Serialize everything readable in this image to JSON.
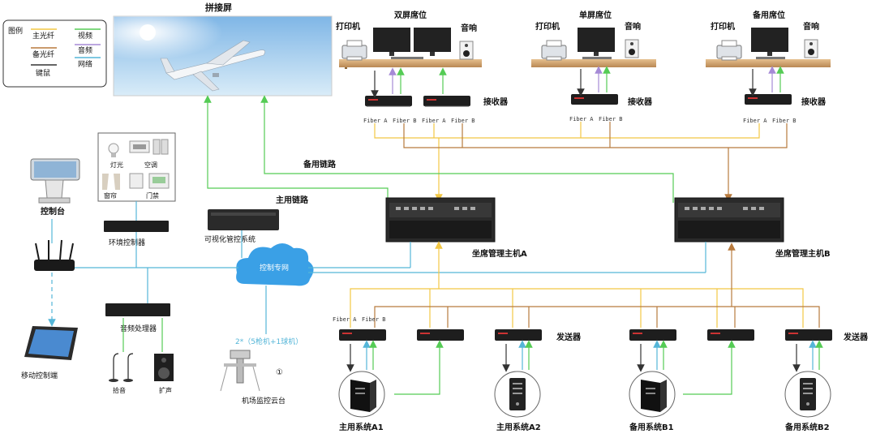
{
  "labels": {
    "legend_title": "图例",
    "legend_main_fiber": "主光纤",
    "legend_backup_fiber": "备光纤",
    "legend_kvm": "键鼠",
    "legend_video": "视频",
    "legend_audio": "音频",
    "legend_network": "网络",
    "splice_screen": "拼接屏",
    "dual_seat": "双屏席位",
    "single_seat": "单屏席位",
    "backup_seat": "备用席位",
    "printer": "打印机",
    "speaker": "音响",
    "receiver": "接收器",
    "fiber_a": "Fiber A",
    "fiber_b": "Fiber B",
    "backup_link": "备用链路",
    "main_link": "主用链路",
    "console": "控制台",
    "light": "灯光",
    "ac": "空调",
    "curtain": "窗帘",
    "access": "门禁",
    "env_controller": "环境控制器",
    "visual_control": "可视化管控系统",
    "control_network": "控制专网",
    "host_a": "坐席管理主机A",
    "host_b": "坐席管理主机B",
    "audio_processor": "音频处理器",
    "mobile_terminal": "移动控制端",
    "mic": "拾音",
    "amplify": "扩声",
    "ptz_count": "2*（5枪机+1球机）",
    "ptz_marker": "①",
    "airport_ptz": "机场监控云台",
    "sender": "发送器",
    "main_sys_a1": "主用系统A1",
    "main_sys_a2": "主用系统A2",
    "backup_sys_b1": "备用系统B1",
    "backup_sys_b2": "备用系统B2"
  },
  "colors": {
    "main_fiber": "#f2c744",
    "backup_fiber": "#b87a3d",
    "kvm": "#333333",
    "video": "#55cc55",
    "audio": "#a58ad6",
    "network": "#55b6d8",
    "cloud": "#3aa0e6"
  }
}
